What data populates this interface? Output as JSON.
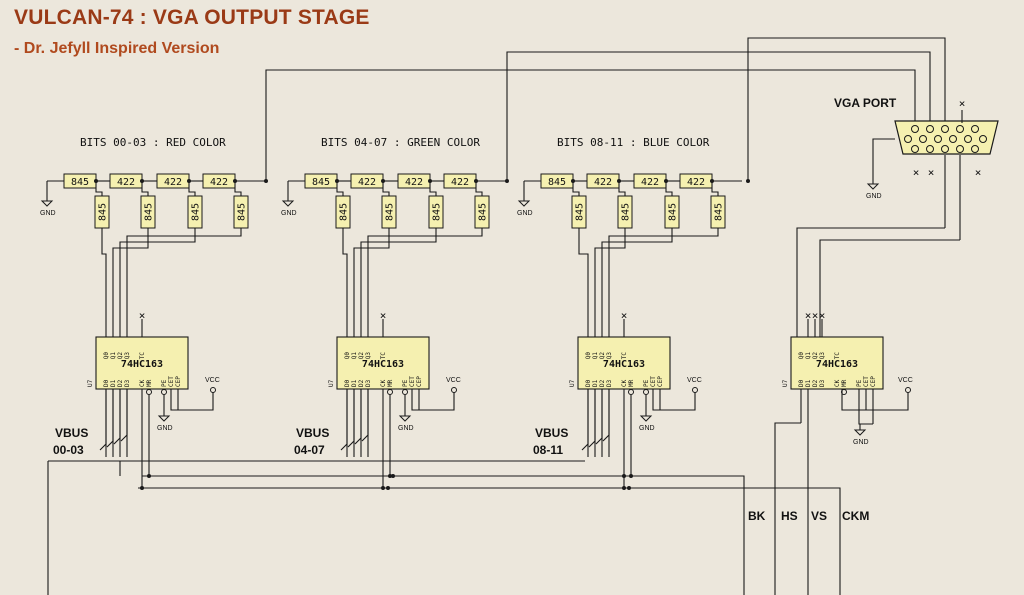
{
  "header": {
    "title": "VULCAN-74 : VGA OUTPUT STAGE",
    "subtitle": "- Dr. Jefyll Inspired Version"
  },
  "groups": [
    {
      "label": "BITS 00-03 : RED COLOR",
      "series_res": [
        "845",
        "422",
        "422",
        "422"
      ],
      "shunt_res": [
        "845",
        "845",
        "845",
        "845"
      ],
      "chip": "74HC163",
      "vbus": [
        "VBUS",
        "00-03"
      ]
    },
    {
      "label": "BITS 04-07 : GREEN COLOR",
      "series_res": [
        "845",
        "422",
        "422",
        "422"
      ],
      "shunt_res": [
        "845",
        "845",
        "845",
        "845"
      ],
      "chip": "74HC163",
      "vbus": [
        "VBUS",
        "04-07"
      ]
    },
    {
      "label": "BITS 08-11 : BLUE COLOR",
      "series_res": [
        "845",
        "422",
        "422",
        "422"
      ],
      "shunt_res": [
        "845",
        "845",
        "845",
        "845"
      ],
      "chip": "74HC163",
      "vbus": [
        "VBUS",
        "08-11"
      ]
    }
  ],
  "control_chip": {
    "chip": "74HC163"
  },
  "vga_port": {
    "label": "VGA PORT"
  },
  "pins": {
    "top": [
      "Q0",
      "Q1",
      "Q2",
      "Q3",
      "TC"
    ],
    "bottom": [
      "D0",
      "D1",
      "D2",
      "D3",
      "CK",
      "MR",
      "PE",
      "CET",
      "CEP"
    ],
    "side": "U7"
  },
  "net_labels": {
    "gnd": "GND",
    "vcc": "VCC",
    "bk": "BK",
    "hs": "HS",
    "vs": "VS",
    "ckm": "CKM"
  }
}
